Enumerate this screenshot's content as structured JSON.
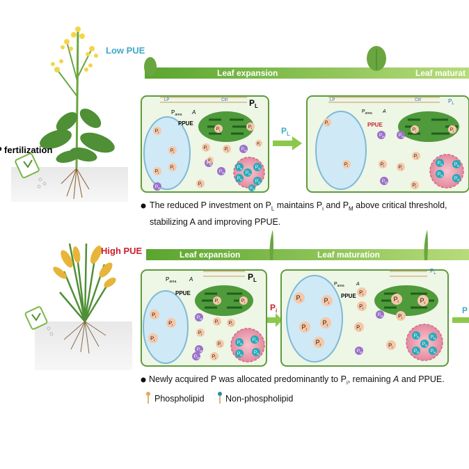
{
  "top": {
    "label": "Low PUE",
    "fertilization_label": "P fertilization",
    "stage_left": "Leaf expansion",
    "stage_right": "Leaf maturat",
    "arrow_label": "P",
    "arrow_label_sub": "L",
    "caption_line1": "The reduced P investment on P",
    "caption_line1_sub1": "L",
    "caption_line1_mid": " maintains P",
    "caption_line1_sub2": "i",
    "caption_line1_mid2": " and P",
    "caption_line1_sub3": "M",
    "caption_line1_end": " above critical threshold,",
    "caption_line2": "stabilizing A and improving PPUE."
  },
  "bottom": {
    "label": "High PUE",
    "stage_left": "Leaf expansion",
    "stage_right": "Leaf maturation",
    "arrow_label": "P",
    "arrow_label_sub": "i",
    "caption_prefix": "Newly acquired P was allocated predominantly to P",
    "caption_sub": "i",
    "caption_mid": ", remaining ",
    "caption_italic": "A",
    "caption_end": " and PPUE."
  },
  "cell": {
    "membrane_P": "P",
    "membrane_L": "L",
    "lp_label": "LP",
    "ctrl_label": "Ctrl",
    "parea": "P",
    "parea_sub": "area",
    "a_label": "A",
    "ppue": "PPUE",
    "pi": "P",
    "pi_sub": "i",
    "pm": "P",
    "pm_sub": "M",
    "pn": "P",
    "pn_sub": "N"
  },
  "legend": {
    "phospholipid": "Phospholipid",
    "non_phospholipid": "Non-phospholipid"
  },
  "colors": {
    "green_band": "#7cbf3a",
    "cell_fill": "#eef6e6",
    "cell_border": "#5e9b3b",
    "vacuole": "#cfe9f6",
    "chloroplast": "#4f9a3a",
    "pi_fill": "#f6c8a8",
    "pm_fill": "#9b72c8",
    "pn_fill": "#2aa9b8",
    "nucleus": "#e88aa0",
    "low_pue": "#3fa9c8",
    "high_pue": "#c8202c"
  }
}
